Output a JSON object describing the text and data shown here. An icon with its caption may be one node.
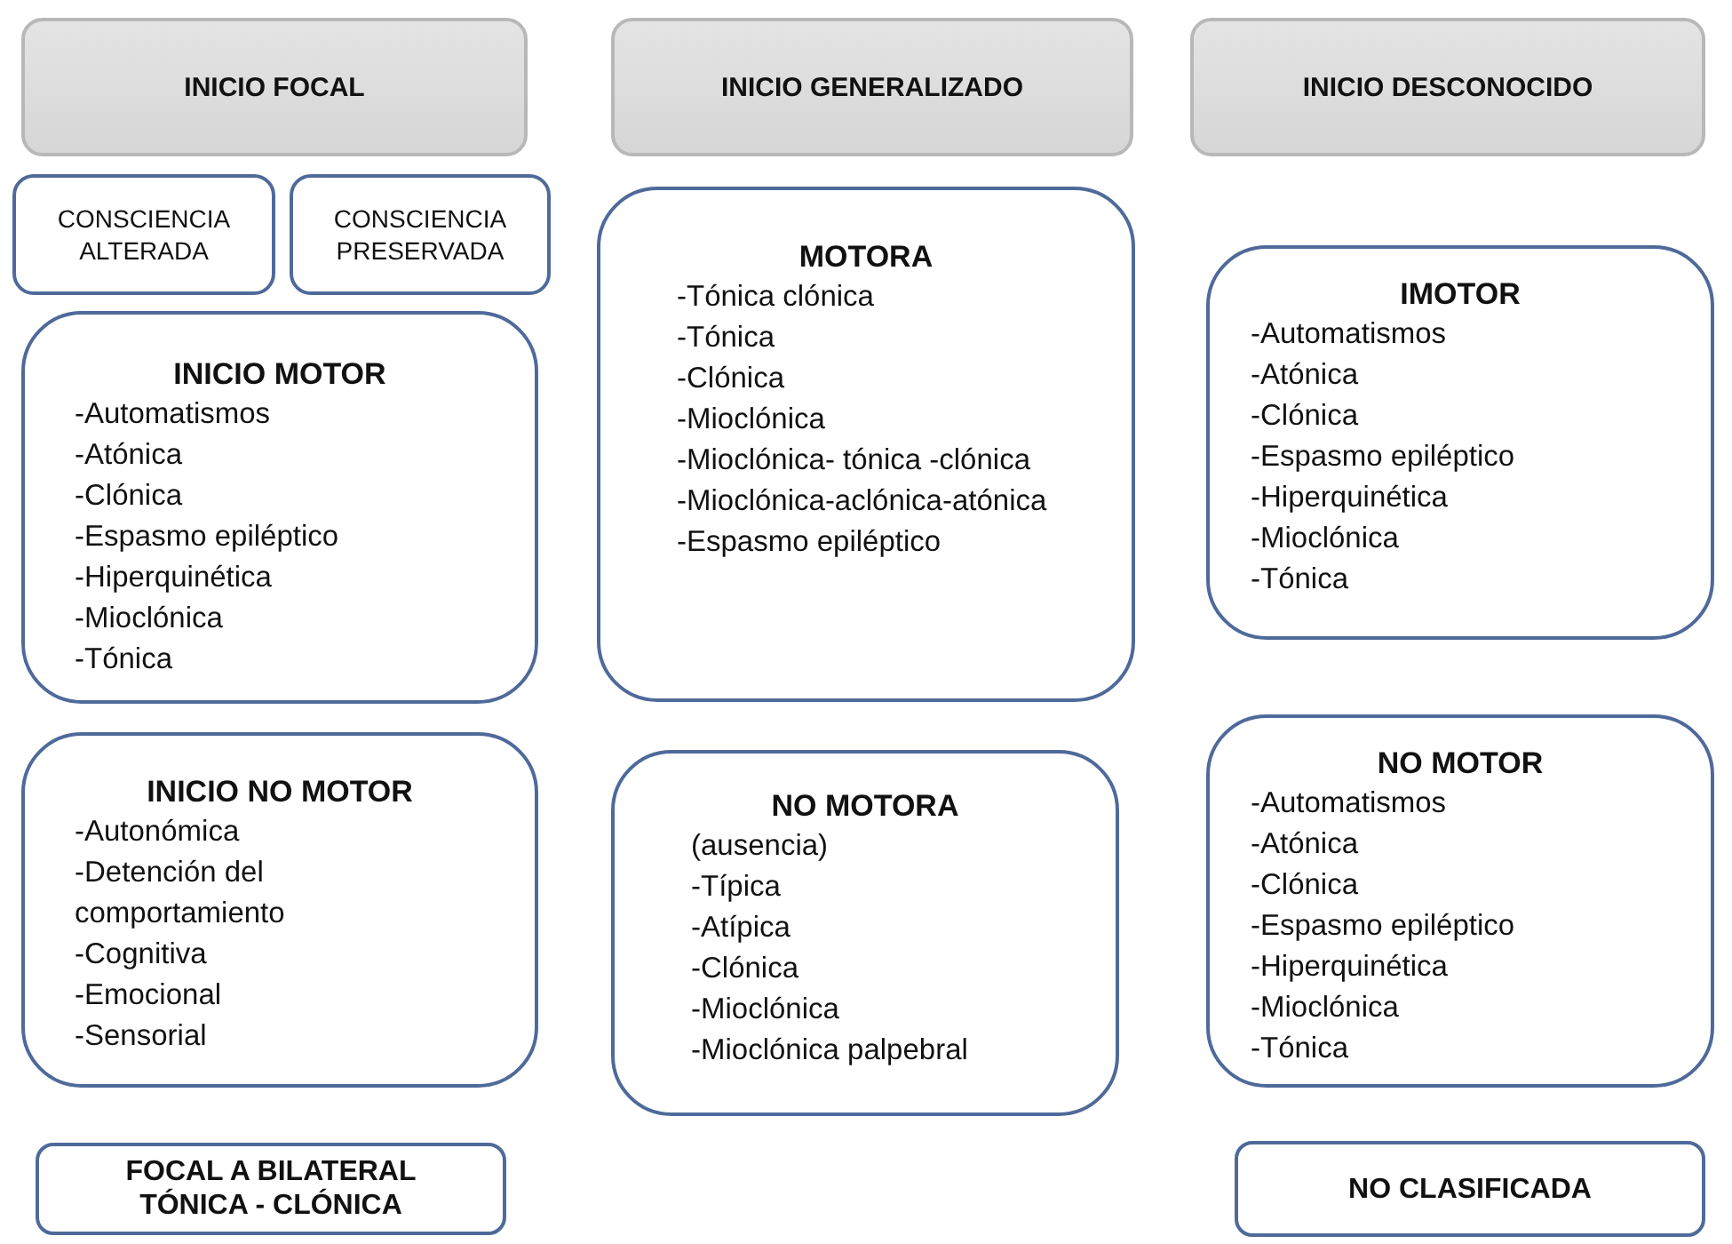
{
  "diagram": {
    "nodes": [
      {
        "text": [
          "INICIO FOCAL"
        ]
      },
      {
        "text": [
          "INICIO GENERALIZADO"
        ]
      },
      {
        "text": [
          "INICIO DESCONOCIDO"
        ]
      },
      {
        "text": [
          "CONSCIENCIA ALTERADA"
        ]
      },
      {
        "text": [
          "CONSCIENCIA PRESERVADA"
        ]
      },
      {
        "text": [
          "INICIO MOTOR",
          "-Automatismos",
          "-Atónica",
          "-Clónica",
          "-Espasmo epiléptico",
          "-Hiperquinética",
          "-Mioclónica",
          "-Tónica"
        ]
      },
      {
        "text": [
          "MOTORA",
          "-Tónica clónica",
          "-Tónica",
          "-Clónica",
          "-Mioclónica",
          "-Mioclónica- tónica -clónica",
          "-Mioclónica-aclónica-atónica",
          "-Espasmo epiléptico"
        ]
      },
      {
        "text": [
          "IMOTOR",
          "-Automatismos",
          "-Atónica",
          "-Clónica",
          "-Espasmo epiléptico",
          "-Hiperquinética",
          "-Mioclónica",
          "-Tónica"
        ]
      },
      {
        "text": [
          "INICIO NO MOTOR",
          "-Autonómica",
          "-Detención del comportamiento",
          "-Cognitiva",
          "-Emocional",
          "-Sensorial"
        ]
      },
      {
        "text": [
          "NO MOTORA",
          "(ausencia)",
          "-Típica",
          "-Atípica",
          "-Clónica",
          "-Mioclónica",
          "-Mioclónica palpebral"
        ]
      },
      {
        "text": [
          "NO MOTOR",
          "-Automatismos",
          "-Atónica",
          "-Clónica",
          "-Espasmo epiléptico",
          "-Hiperquinética",
          "-Mioclónica",
          "-Tónica"
        ]
      },
      {
        "text": [
          "FOCAL A BILATERAL TÓNICA - CLÓNICA"
        ]
      },
      {
        "text": [
          "NO CLASIFICADA"
        ]
      }
    ]
  }
}
